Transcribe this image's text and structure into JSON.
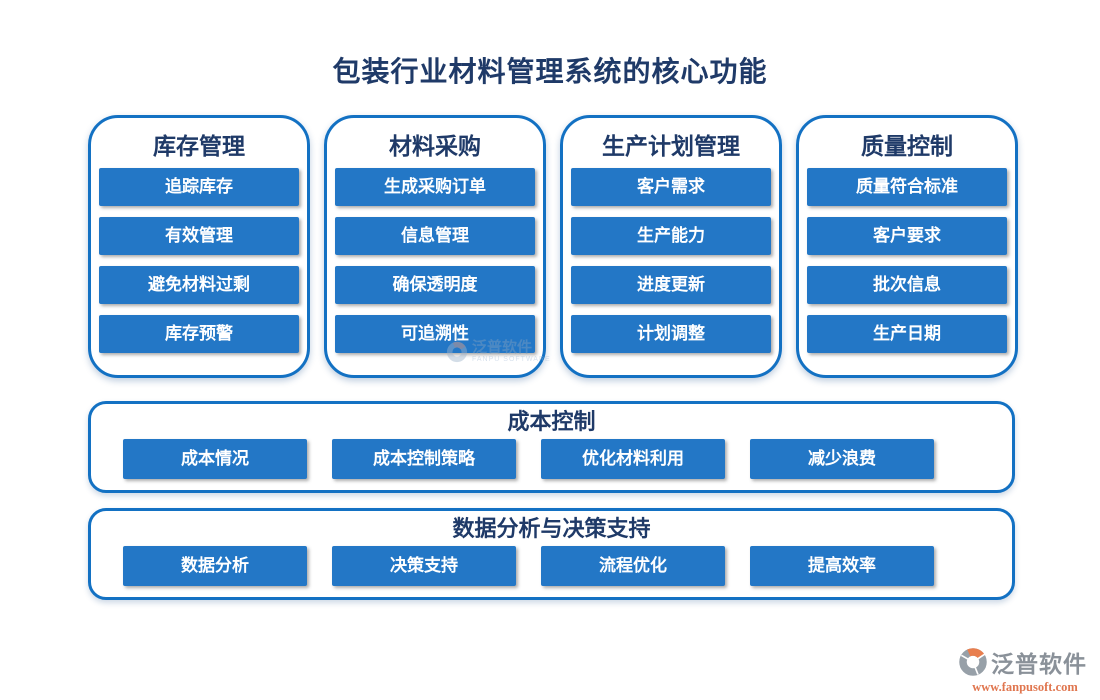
{
  "title": "包装行业材料管理系统的核心功能",
  "colors": {
    "heading_navy": "#1f3a68",
    "border_blue": "#1371c3",
    "box_blue": "#2377c6",
    "box_text": "#ffffff",
    "logo_gray": "#8a9199",
    "logo_orange": "#e0764f"
  },
  "columns": [
    {
      "header": "库存管理",
      "items": [
        "追踪库存",
        "有效管理",
        "避免材料过剩",
        "库存预警"
      ]
    },
    {
      "header": "材料采购",
      "items": [
        "生成采购订单",
        "信息管理",
        "确保透明度",
        "可追溯性"
      ]
    },
    {
      "header": "生产计划管理",
      "items": [
        "客户需求",
        "生产能力",
        "进度更新",
        "计划调整"
      ]
    },
    {
      "header": "质量控制",
      "items": [
        "质量符合标准",
        "客户要求",
        "批次信息",
        "生产日期"
      ]
    }
  ],
  "sections": [
    {
      "header": "成本控制",
      "items": [
        "成本情况",
        "成本控制策略",
        "优化材料利用",
        "减少浪费"
      ]
    },
    {
      "header": "数据分析与决策支持",
      "items": [
        "数据分析",
        "决策支持",
        "流程优化",
        "提高效率"
      ]
    }
  ],
  "watermark": {
    "name": "泛普软件",
    "sub": "FANPU SOFTWARE"
  },
  "footer_logo": {
    "brand": "泛普软件",
    "url": "www.fanpusoft.com"
  }
}
